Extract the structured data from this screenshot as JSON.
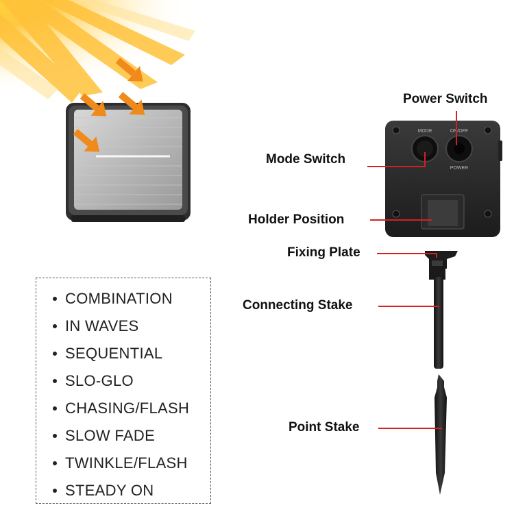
{
  "modes": {
    "items": [
      "COMBINATION",
      "IN WAVES",
      "SEQUENTIAL",
      "SLO-GLO",
      "CHASING/FLASH",
      "SLOW FADE",
      "TWINKLE/FLASH",
      "STEADY ON"
    ]
  },
  "callouts": {
    "power_switch": "Power Switch",
    "mode_switch": "Mode Switch",
    "holder_position": "Holder Position",
    "fixing_plate": "Fixing Plate",
    "connecting_stake": "Connecting Stake",
    "point_stake": "Point Stake"
  },
  "box_markings": {
    "mode": "MODE",
    "on_off": "ON/OFF",
    "power": "POWER"
  },
  "colors": {
    "callout_line": "#d42020",
    "sun": "#f5a623",
    "arrow": "#f08a1a",
    "panel_frame": "#2a2a2a"
  }
}
